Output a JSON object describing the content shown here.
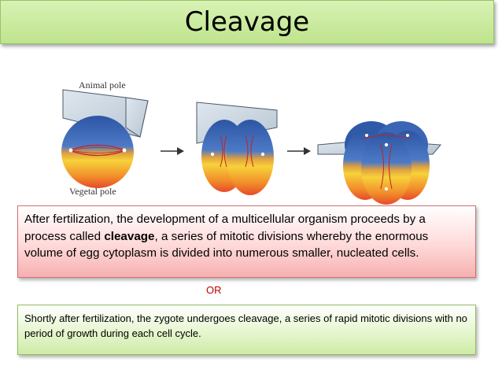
{
  "title": "Cleavage",
  "diagram": {
    "animal_pole_label": "Animal pole",
    "vegetal_pole_label": "Vegetal pole"
  },
  "definition1": {
    "before": "After fertilization, the development of a multicellular organism proceeds by a process called ",
    "bold": "cleavage",
    "after": ", a series of mitotic divisions whereby the enormous volume of egg cytoplasm is divided into numerous smaller, nucleated cells."
  },
  "or_label": "OR",
  "definition2": "Shortly after fertilization, the zygote undergoes cleavage, a series of rapid mitotic divisions with no period of growth during each cell cycle.",
  "colors": {
    "title_bg": "#c6e79a",
    "box1_bg": "#ffd9d9",
    "box2_bg": "#e6f6cf",
    "or_text": "#c00000"
  }
}
